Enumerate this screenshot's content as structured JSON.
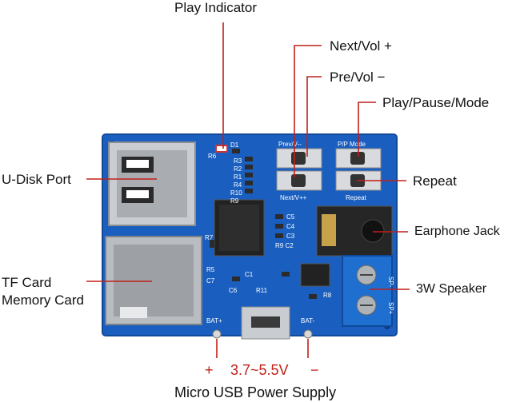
{
  "labels": {
    "play_indicator": "Play Indicator",
    "next_vol": "Next/Vol +",
    "pre_vol": "Pre/Vol −",
    "play_pause_mode": "Play/Pause/Mode",
    "u_disk_port": "U-Disk Port",
    "repeat": "Repeat",
    "earphone_jack": "Earphone Jack",
    "tf_card_line1": "TF Card",
    "tf_card_line2": "Memory Card",
    "speaker_3w": "3W Speaker",
    "plus": "+",
    "voltage": "3.7~5.5V",
    "minus": "−",
    "micro_usb": "Micro USB Power Supply"
  },
  "silkscreen": {
    "d1": "D1",
    "r6": "R6",
    "r3": "R3",
    "r2": "R2",
    "r1": "R1",
    "r4": "R4",
    "r10": "R10",
    "r9": "R9",
    "r7": "R7",
    "r5": "R5",
    "r8": "R8",
    "r11": "R11",
    "r9c2": "R9 C2",
    "c5": "C5",
    "c4": "C4",
    "c3": "C3",
    "c1": "C1",
    "c6": "C6",
    "c7": "C7",
    "prev_vol": "Prev/V--",
    "pp_mode": "P/P Mode",
    "next_vol_pcb": "Next/V++",
    "repeat_pcb": "Repeat",
    "bat_plus": "BAT+",
    "bat_minus": "BAT-",
    "sp_minus": "SP-",
    "sp_plus": "SP+"
  },
  "colors": {
    "pcb": "#1a5fbf",
    "pcb_dark": "#124a9a",
    "leader": "#c0201a",
    "terminal": "#1e6fd0"
  }
}
